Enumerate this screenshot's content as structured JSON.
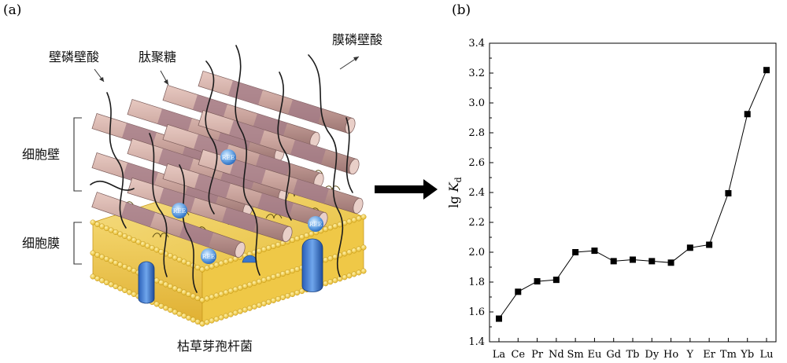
{
  "panel_a": {
    "label": "(a)",
    "labels": {
      "teichoic_acid": "壁磷壁酸",
      "peptidoglycan": "肽聚糖",
      "lipoteichoic_acid": "膜磷壁酸",
      "cell_wall": "细胞壁",
      "cell_membrane": "细胞膜",
      "organism": "枯草芽孢杆菌",
      "ree_badge": "REE"
    }
  },
  "panel_b": {
    "label": "(b)"
  },
  "chart_data": {
    "type": "line",
    "title": "",
    "xlabel": "",
    "ylabel_main": "lg ",
    "ylabel_italic": "K",
    "ylabel_sub": "d",
    "ylim": [
      1.4,
      3.4
    ],
    "yticks": [
      "1.4",
      "1.6",
      "1.8",
      "2.0",
      "2.2",
      "2.4",
      "2.6",
      "2.8",
      "3.0",
      "3.2",
      "3.4"
    ],
    "categories": [
      "La",
      "Ce",
      "Pr",
      "Nd",
      "Sm",
      "Eu",
      "Gd",
      "Tb",
      "Dy",
      "Ho",
      "Y",
      "Er",
      "Tm",
      "Yb",
      "Lu"
    ],
    "series": [
      {
        "values": [
          1.555,
          1.735,
          1.805,
          1.815,
          2.0,
          2.01,
          1.94,
          1.95,
          1.94,
          1.93,
          2.03,
          2.05,
          2.395,
          2.925,
          3.22
        ]
      }
    ],
    "grid": false,
    "marker": "square",
    "line_color": "#000000"
  }
}
